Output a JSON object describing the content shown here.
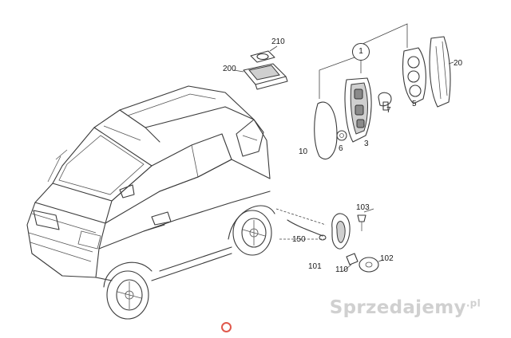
{
  "callouts": {
    "c1": "1",
    "c3": "3",
    "c5": "5",
    "c6": "6",
    "c7": "7",
    "c10": "10",
    "c20": "20",
    "c101": "101",
    "c102": "102",
    "c103": "103",
    "c110": "110",
    "c150": "150",
    "c200": "200",
    "c210": "210"
  },
  "watermark": {
    "text": "Sprzedajemy",
    "suffix": ".pl"
  },
  "colors": {
    "line": "#3a3a3a",
    "watermark": "#aaaaaa",
    "accent": "#e0584c"
  }
}
